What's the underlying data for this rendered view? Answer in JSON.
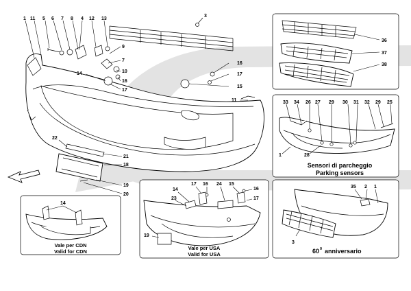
{
  "main": {
    "labels": {
      "l1": "1",
      "l11": "11",
      "l5": "5",
      "l6": "6",
      "l7": "7",
      "l8": "8",
      "l4": "4",
      "l12": "12",
      "l13": "13",
      "l3": "3",
      "l9": "9",
      "l7b": "7",
      "l10": "10",
      "l14": "14",
      "l16": "16",
      "l17": "17",
      "l16b": "16",
      "l17b": "17",
      "l15": "15",
      "l11b": "11",
      "l22": "22",
      "l18": "18",
      "l21": "21",
      "l19": "19",
      "l20": "20"
    }
  },
  "panel_grilles": {
    "labels": {
      "l36": "36",
      "l37": "37",
      "l38": "38"
    }
  },
  "panel_sensors": {
    "labels": {
      "l33": "33",
      "l34": "34",
      "l26": "26",
      "l27": "27",
      "l29": "29",
      "l30": "30",
      "l31": "31",
      "l32": "32",
      "l29b": "29",
      "l25": "25",
      "l1": "1",
      "l28": "28"
    },
    "caption_it": "Sensori di parcheggio",
    "caption_en": "Parking sensors"
  },
  "panel_cdn": {
    "labels": {
      "l14": "14"
    },
    "caption_it": "Vale per CDN",
    "caption_en": "Valid for CDN"
  },
  "panel_usa": {
    "labels": {
      "l14": "14",
      "l17": "17",
      "l16": "16",
      "l24": "24",
      "l15": "15",
      "l16b": "16",
      "l23": "23",
      "l17b": "17",
      "l19": "19"
    },
    "caption_it": "Vale per USA",
    "caption_en": "Valid for USA"
  },
  "panel_anniv": {
    "labels": {
      "l35": "35",
      "l2": "2",
      "l1": "1",
      "l3": "3"
    },
    "caption_num": "60",
    "caption_sup": "0",
    "caption_word": "anniversario"
  },
  "colors": {
    "watermark": "#e3e3e3",
    "line": "#000000"
  }
}
